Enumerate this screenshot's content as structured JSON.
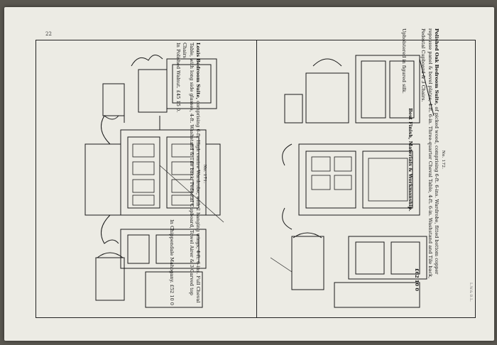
{
  "page": {
    "number": "22",
    "printer_mark": "L.W.& B.L."
  },
  "suite_left": {
    "number_label": "No. 171.",
    "title": "Louis Bedroom Suite,",
    "text": "comprising 6-ft. High centre Wardrobe, with 2 hanging wings, 4-ft. 6-ins. Full Cheval Table, with long side glasses, 4-ft. Washstand & Tile back, Pedestal Cupboard, Towel Airer & 3 Carved top Chairs.",
    "price_a_label": "In Polished Walnut.",
    "price_a": "£45 15 0.",
    "price_b_label": "In Chippendale Mahogany.",
    "price_b": "£52 10 0"
  },
  "suite_right": {
    "number_label": "No. 172.",
    "title": "Polished Oak Bedroom Suite,",
    "text": "of picked wood, comprising 6-ft. 6-ins. Wardrobe, fitted bottom copper repousse panel & bevel plates, 4-ft. 6-in. Three-quarter Cheval Table, 4-ft. 6-in. Washstand and Tile back, Pedestal Cupboard & 3 Chairs.",
    "price": "£62 10 0",
    "finish": "Best Finish, Materials & Workmanship.",
    "upholstery": "Upholstered in figured silk."
  }
}
